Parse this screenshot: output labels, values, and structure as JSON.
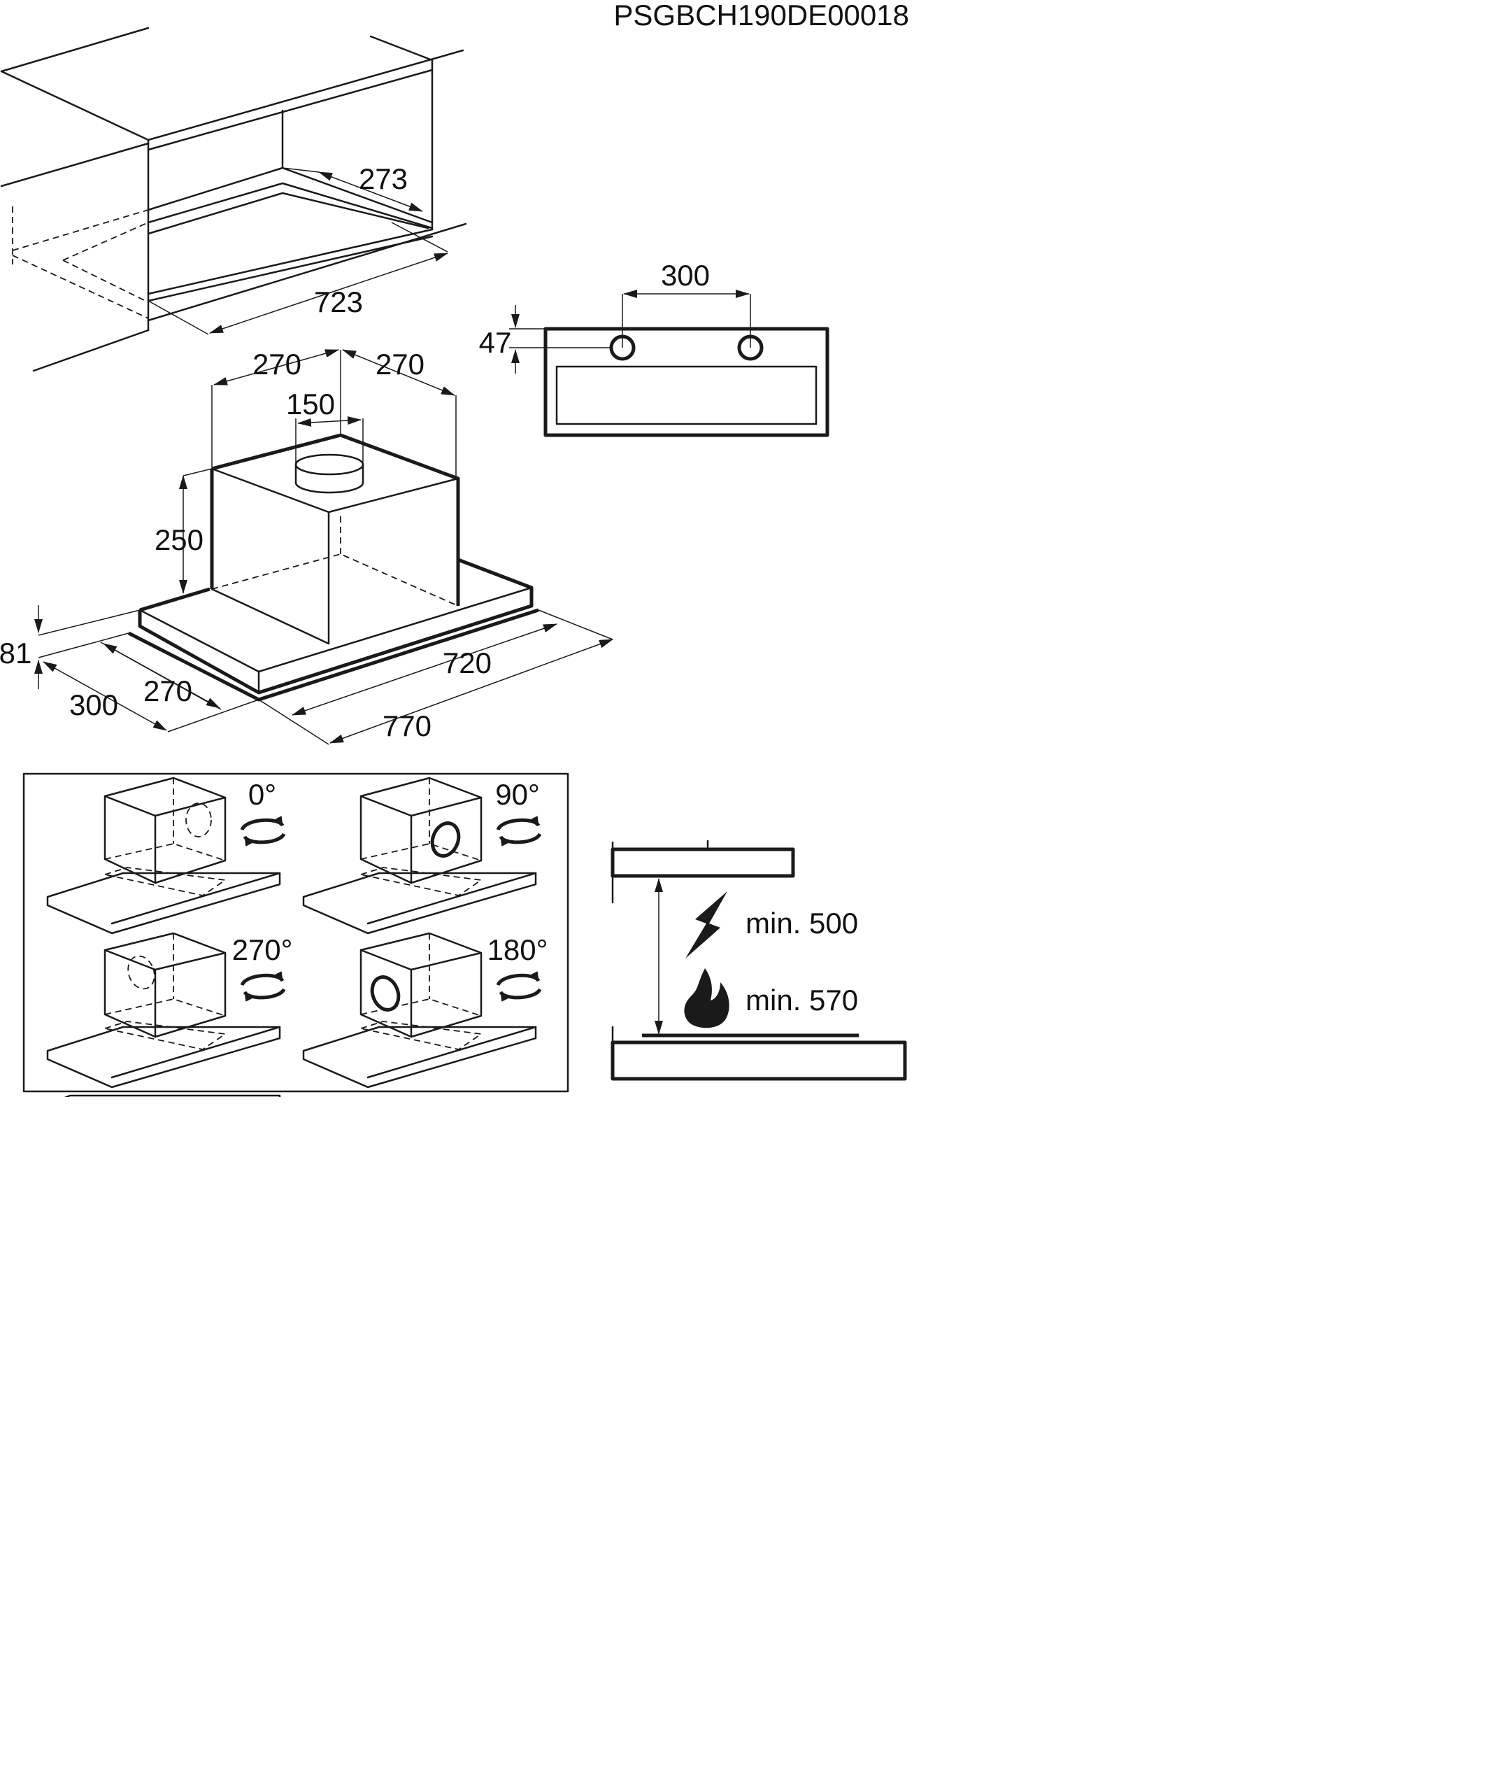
{
  "document_code": "PSGBCH190DE00018",
  "cabinet": {
    "depth_label": "273",
    "width_label": "723"
  },
  "mounting_plate": {
    "hole_spacing_label": "300",
    "edge_offset_label": "47"
  },
  "hood": {
    "duct_left_label": "270",
    "duct_right_label": "270",
    "duct_diameter_label": "150",
    "box_height_label": "250",
    "panel_height_label": "81",
    "depth_inner_label": "270",
    "depth_outer_label": "300",
    "width_inner_label": "720",
    "width_outer_label": "770"
  },
  "rotations": [
    {
      "label": "0°"
    },
    {
      "label": "90°"
    },
    {
      "label": "270°"
    },
    {
      "label": "180°"
    }
  ],
  "clearance": {
    "electric_label": "min. 500",
    "gas_label": "min. 570",
    "electric_icon": "lightning-icon",
    "gas_icon": "flame-icon"
  }
}
